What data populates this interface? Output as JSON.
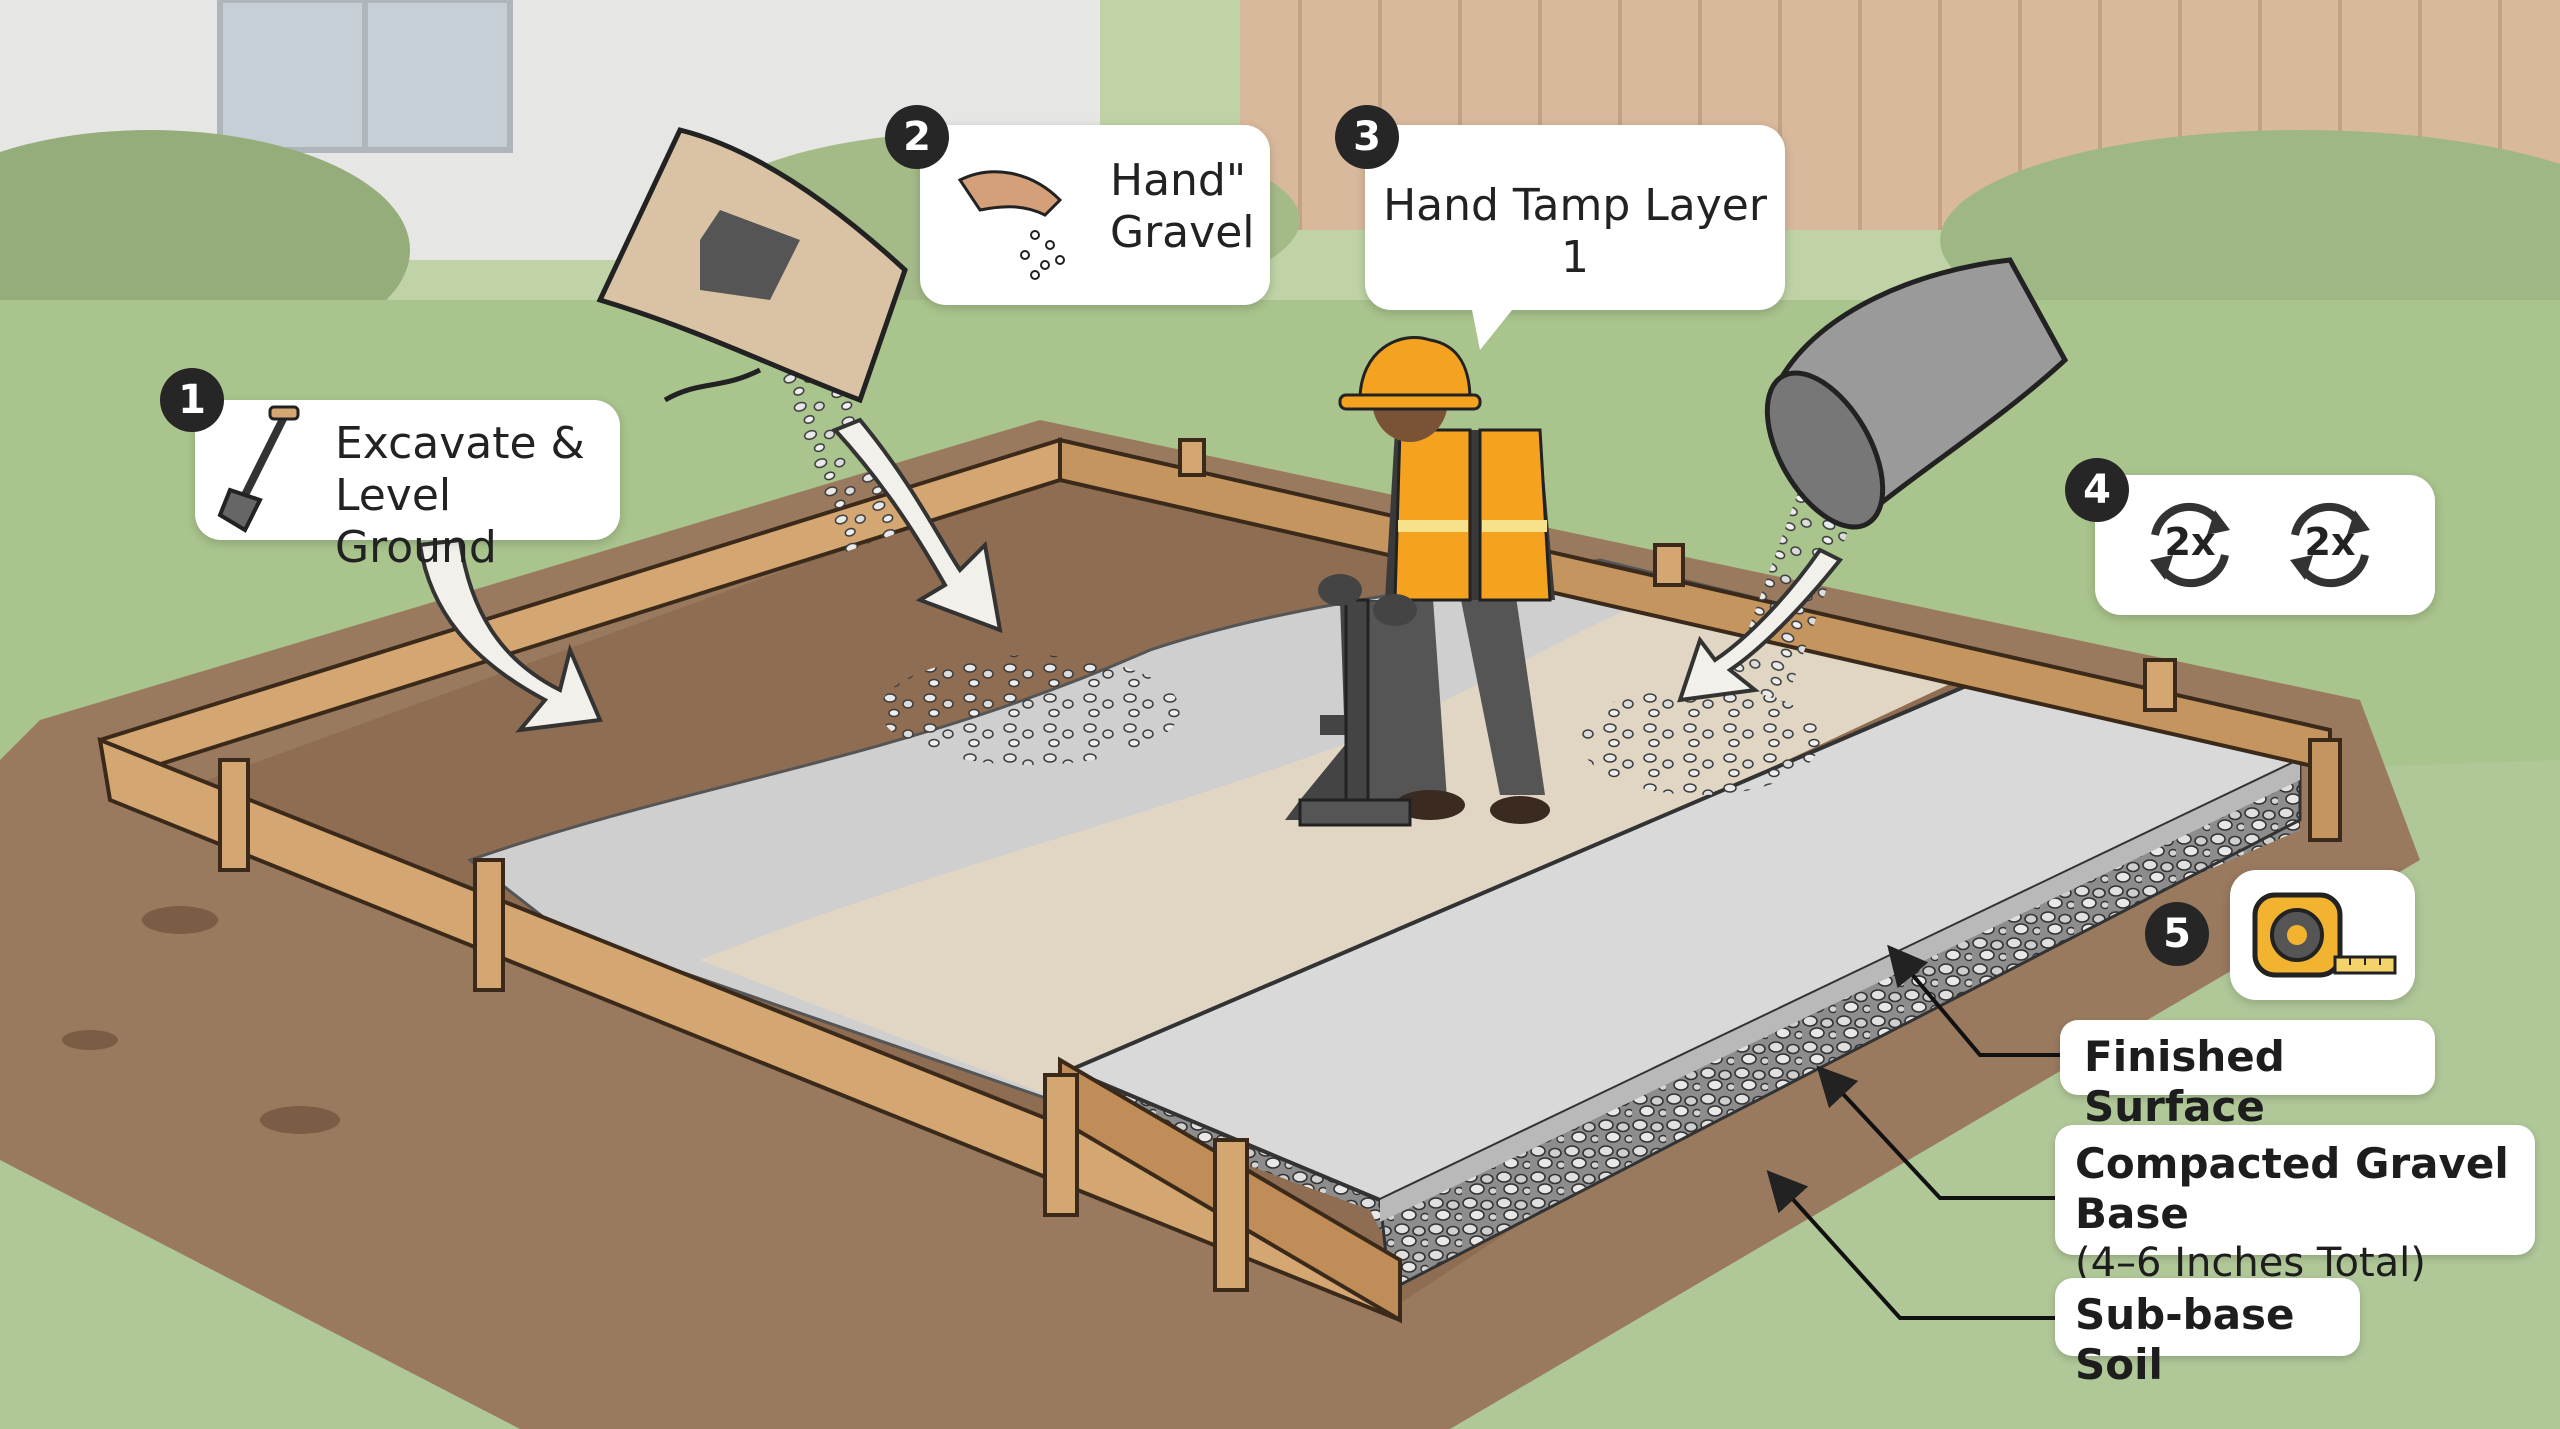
{
  "steps": [
    {
      "number": "1",
      "text_line1": "Excavate &",
      "text_line2": "Level Ground"
    },
    {
      "number": "2",
      "text_line1": "Hand\"",
      "text_line2": "Gravel"
    },
    {
      "number": "3",
      "text_line1": "Hand Tamp Layer",
      "text_line2": "1"
    },
    {
      "number": "4",
      "repeat_label_1": "2x",
      "repeat_label_2": "2x"
    },
    {
      "number": "5"
    }
  ],
  "layers": {
    "finished_surface": "Finished Surface",
    "gravel_base": "Compacted Gravel Base",
    "gravel_base_note": "(4–6 Inches Total)",
    "sub_base": "Sub-base Soil"
  },
  "icons": {
    "step1": "shovel-icon",
    "step2": "hand-sprinkle-icon",
    "step4": "repeat-cycle-icon",
    "step5": "tape-measure-icon"
  },
  "colors": {
    "grass": "#a9c48d",
    "soil": "#8f6d52",
    "form_wood": "#d3a672",
    "concrete": "#d6d6d6",
    "gravel": "#bdbdbd",
    "vest": "#f5a21f",
    "hard_hat": "#f4a321"
  }
}
